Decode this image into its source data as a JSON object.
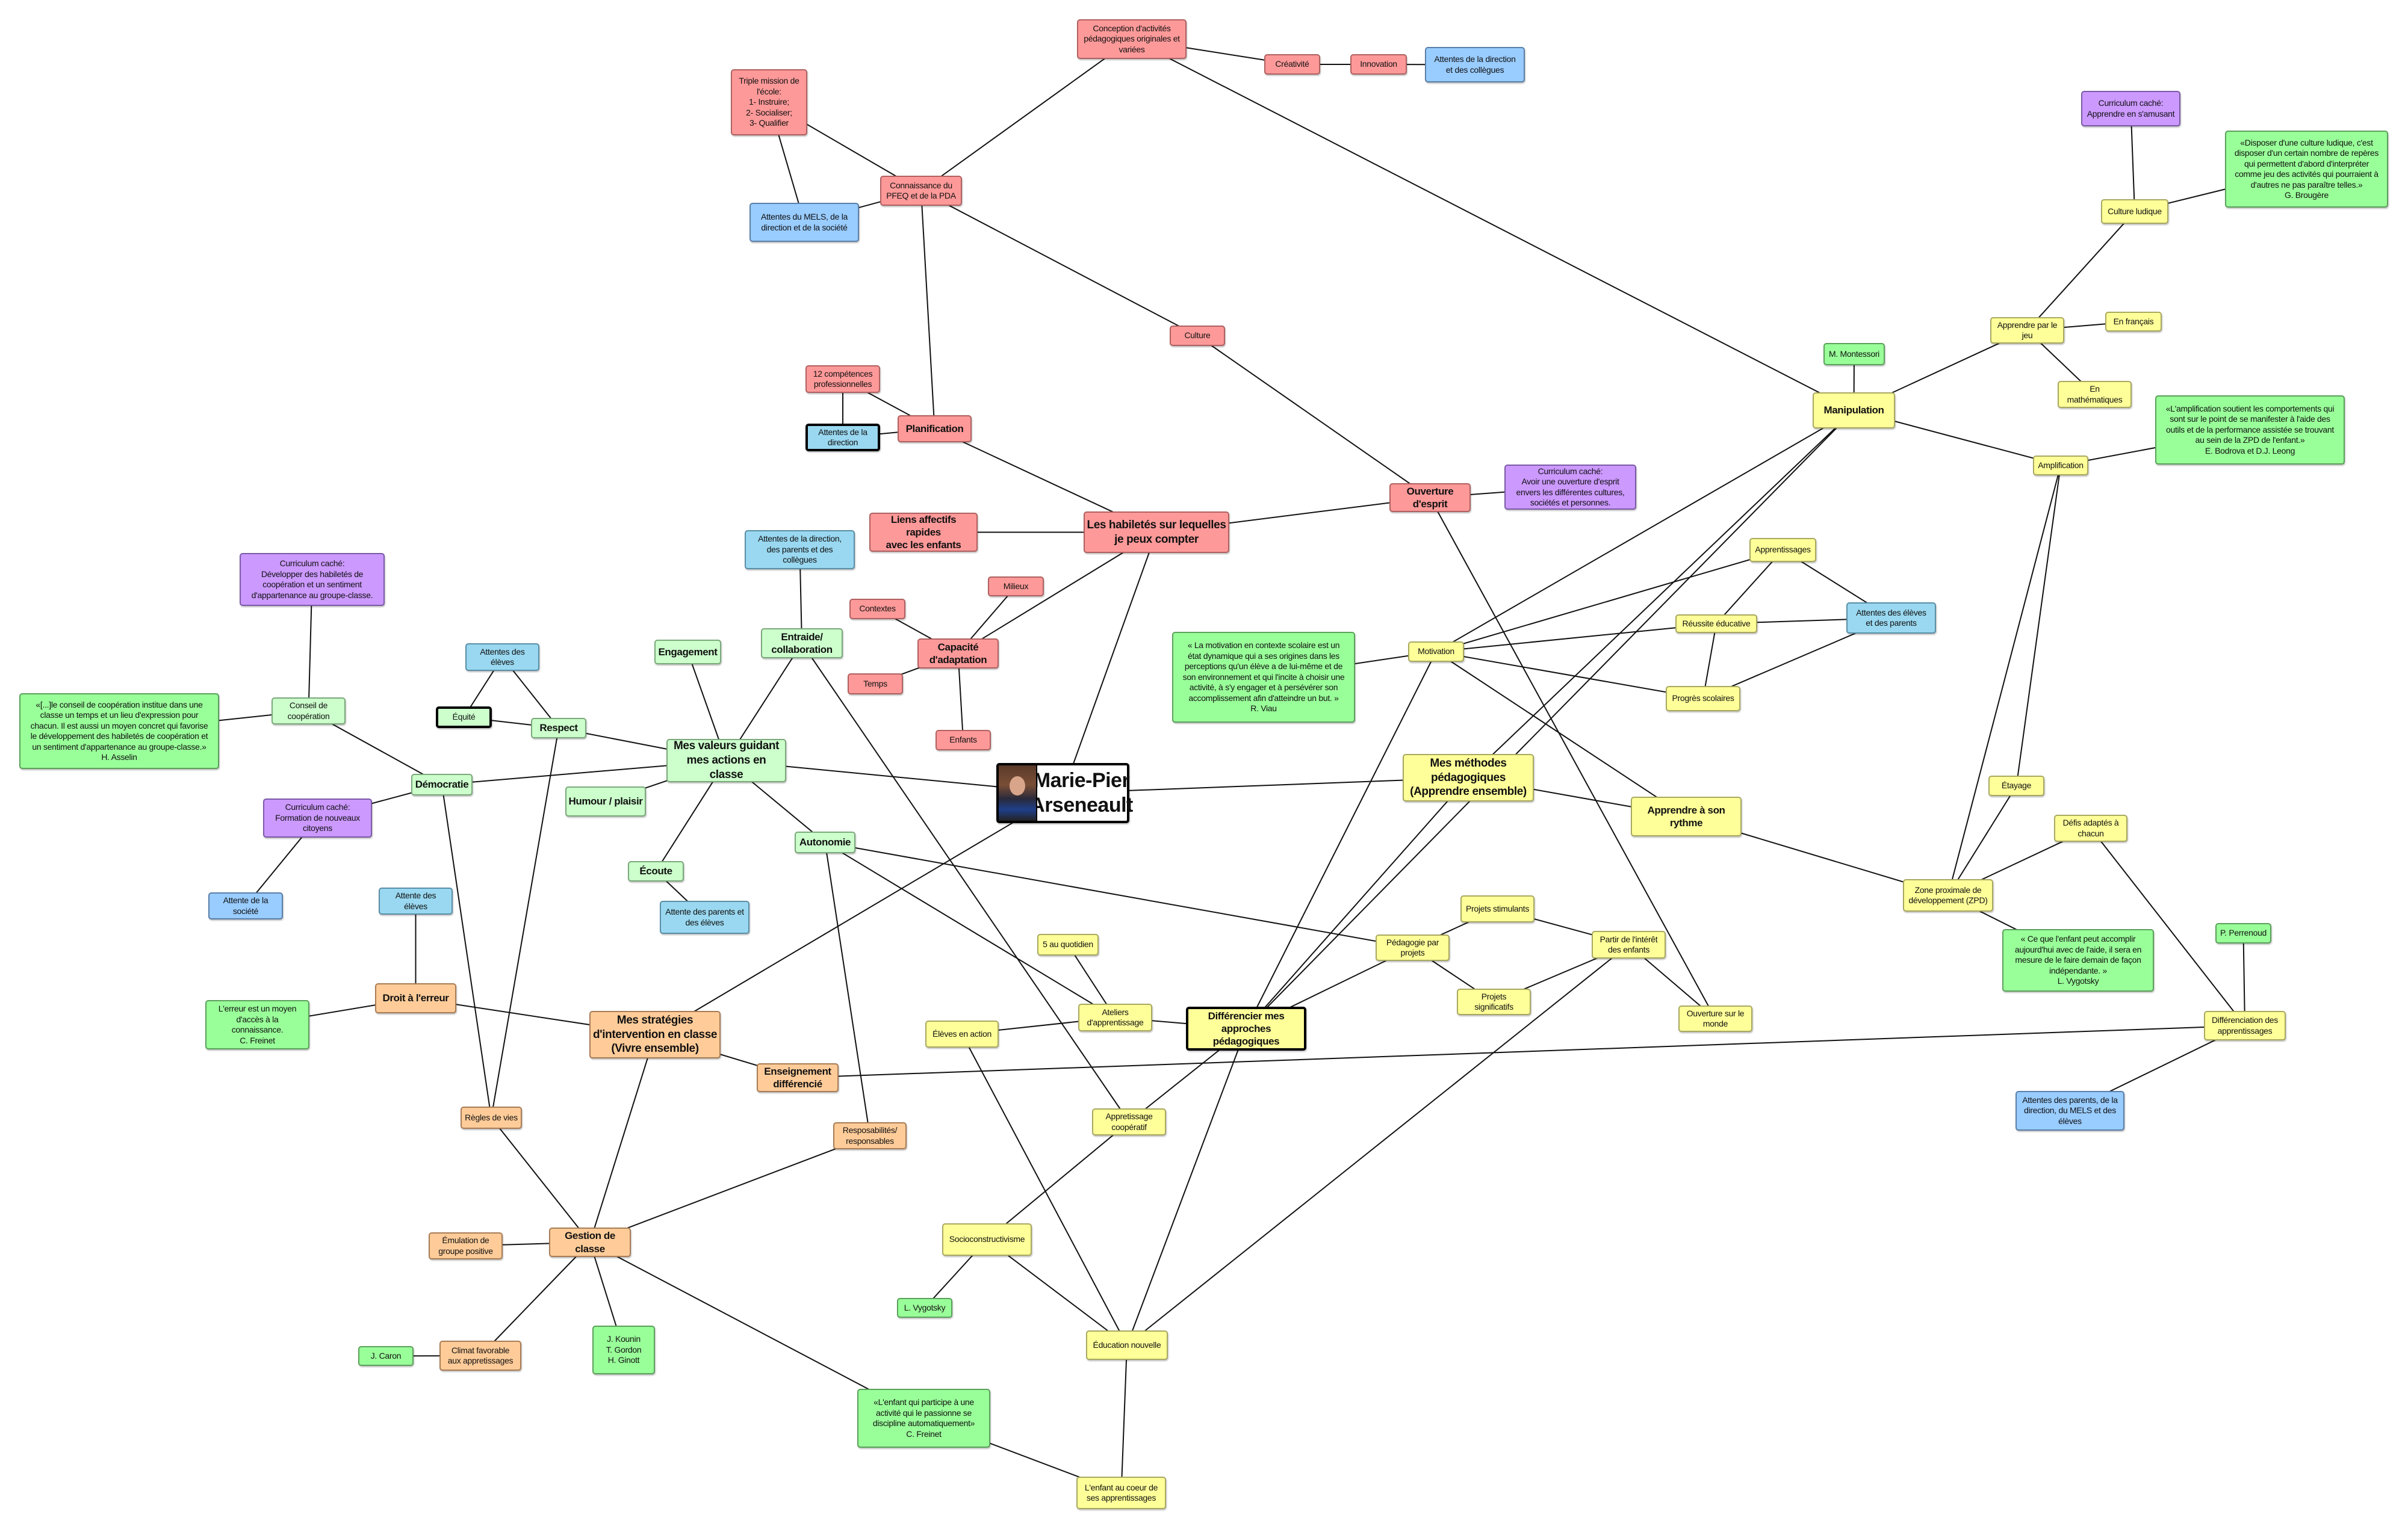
{
  "colors": {
    "red": "#fe9999",
    "blue": "#99ccff",
    "cyan": "#99d8f0",
    "light_green": "#ccffcc",
    "green": "#99ff99",
    "purple": "#cc99ff",
    "yellow": "#ffff99",
    "orange": "#ffcc99"
  },
  "nodes": {
    "mp": {
      "text": "Marie-Pier\nArseneault",
      "color": "white"
    },
    "habiletes": {
      "text": "Les habiletés sur lequelles\nje peux compter",
      "color": "red"
    },
    "liens": {
      "text": "Liens affectifs rapides\navec les enfants",
      "color": "red"
    },
    "capacite": {
      "text": "Capacité\nd'adaptation",
      "color": "red"
    },
    "milieux": {
      "text": "Milieux",
      "color": "red"
    },
    "contextes": {
      "text": "Contextes",
      "color": "red"
    },
    "temps": {
      "text": "Temps",
      "color": "red"
    },
    "enfants": {
      "text": "Enfants",
      "color": "red"
    },
    "planif": {
      "text": "Planification",
      "color": "red"
    },
    "comp12": {
      "text": "12 compétences\nprofessionnelles",
      "color": "red"
    },
    "attdir": {
      "text": "Attentes de la\ndirection",
      "color": "cyan"
    },
    "connaissance": {
      "text": "Connaissance du\nPFEQ et de la PDA",
      "color": "red"
    },
    "triple": {
      "text": "Triple mission de\nl'école:\n1- Instruire;\n2- Socialiser;\n3- Qualifier",
      "color": "red"
    },
    "attmels": {
      "text": "Attentes du MELS,  de la\ndirection et de la société",
      "color": "blue"
    },
    "conception": {
      "text": "Conception d'activités\npédagogiques originales et\nvariées",
      "color": "red"
    },
    "creativite": {
      "text": "Créativité",
      "color": "red"
    },
    "innovation": {
      "text": "Innovation",
      "color": "red"
    },
    "attdircoll": {
      "text": "Attentes de la direction\net des collègues",
      "color": "blue"
    },
    "culture": {
      "text": "Culture",
      "color": "red"
    },
    "ouverture": {
      "text": "Ouverture\nd'esprit",
      "color": "red"
    },
    "curouv": {
      "text": "Curriculum caché:\nAvoir une ouverture d'esprit\nenvers les différentes cultures,\nsociétés et personnes.",
      "color": "purple"
    },
    "valeurs": {
      "text": "Mes valeurs guidant\nmes actions en classe",
      "color": "light_green"
    },
    "engagement": {
      "text": "Engagement",
      "color": "light_green"
    },
    "entraide": {
      "text": "Entraide/\ncollaboration",
      "color": "light_green"
    },
    "attdirpar": {
      "text": "Attentes de la direction,\ndes parents et des\ncollègues",
      "color": "cyan"
    },
    "respect": {
      "text": "Respect",
      "color": "light_green"
    },
    "attel1": {
      "text": "Attentes des\nélèves",
      "color": "cyan"
    },
    "equite": {
      "text": "Équité",
      "color": "light_green"
    },
    "democratie": {
      "text": "Démocratie",
      "color": "light_green"
    },
    "conseil": {
      "text": "Conseil de\ncoopération",
      "color": "light_green"
    },
    "curdev": {
      "text": "Curriculum caché:\nDévelopper des habiletés de\ncoopération et un sentiment\nd'appartenance au groupe-classe.",
      "color": "purple"
    },
    "asselin": {
      "text": "«[...]le conseil de coopération institue dans une\nclasse un temps et un lieu d'expression pour\nchacun. Il est aussi un moyen concret qui favorise\nle développement des habiletés de coopération et\nun sentiment d'appartenance au groupe-classe.»\nH. Asselin",
      "color": "green"
    },
    "curcit": {
      "text": "Curriculum caché:\nFormation de nouveaux\ncitoyens",
      "color": "purple"
    },
    "attsoc": {
      "text": "Attente de la\nsociété",
      "color": "blue"
    },
    "humour": {
      "text": "Humour / plaisir",
      "color": "light_green"
    },
    "ecoute": {
      "text": "Écoute",
      "color": "light_green"
    },
    "attparel": {
      "text": "Attente des parents et\ndes élèves",
      "color": "cyan"
    },
    "autonomie": {
      "text": "Autonomie",
      "color": "light_green"
    },
    "strategies": {
      "text": "Mes stratégies\nd'intervention en classe\n(Vivre ensemble)",
      "color": "orange"
    },
    "droit": {
      "text": "Droit à l'erreur",
      "color": "orange"
    },
    "attel2": {
      "text": "Attente des\nélèves",
      "color": "cyan"
    },
    "erreurq": {
      "text": "L'erreur est un moyen\nd'accès à la\nconnaissance.\nC. Freinet",
      "color": "green"
    },
    "ensdiff": {
      "text": "Enseignement\ndifférencié",
      "color": "orange"
    },
    "regles": {
      "text": "Règles de vies",
      "color": "orange"
    },
    "respons": {
      "text": "Resposabilités/\nresponsables",
      "color": "orange"
    },
    "gestion": {
      "text": "Gestion de\nclasse",
      "color": "orange"
    },
    "emulation": {
      "text": "Émulation de\ngroupe positive",
      "color": "orange"
    },
    "climat": {
      "text": "Climat favorable\naux appretissages",
      "color": "orange"
    },
    "caron": {
      "text": "J. Caron",
      "color": "green"
    },
    "kounin": {
      "text": "J. Kounin\nT. Gordon\nH. Ginott",
      "color": "green"
    },
    "freinetq": {
      "text": "«L'enfant qui participe à une\nactivité qui le passionne se\ndiscipline automatiquement»\nC. Freinet",
      "color": "green"
    },
    "methodes": {
      "text": "Mes méthodes\npédagogiques\n(Apprendre ensemble)",
      "color": "yellow"
    },
    "motivation": {
      "text": "Motivation",
      "color": "yellow"
    },
    "viau": {
      "text": "« La motivation en contexte scolaire est un\nétat dynamique qui a ses origines dans les\nperceptions qu'un élève a de lui-même et de\nson environnement et qui l'incite à choisir une\nactivité, à s'y engager et à persévérer  son\naccomplissement afin d'atteindre un but. »\nR. Viau",
      "color": "green"
    },
    "apprentissages": {
      "text": "Apprentissages",
      "color": "yellow"
    },
    "reussite": {
      "text": "Réussite éducative",
      "color": "yellow"
    },
    "progres": {
      "text": "Progrès scolaires",
      "color": "yellow"
    },
    "attelpar": {
      "text": "Attentes des élèves\net des parents",
      "color": "cyan"
    },
    "rythme": {
      "text": "Apprendre à son\nrythme",
      "color": "yellow"
    },
    "manipulation": {
      "text": "Manipulation",
      "color": "yellow"
    },
    "montessori": {
      "text": "M. Montessori",
      "color": "green"
    },
    "jeu": {
      "text": "Apprendre par le\njeu",
      "color": "yellow"
    },
    "francais": {
      "text": "En français",
      "color": "yellow"
    },
    "maths": {
      "text": "En\nmathématiques",
      "color": "yellow"
    },
    "culludique": {
      "text": "Culture ludique",
      "color": "yellow"
    },
    "curamus": {
      "text": "Curriculum caché:\nApprendre en s'amusant",
      "color": "purple"
    },
    "brougere": {
      "text": "«Disposer d'une culture ludique, c'est\ndisposer d'un certain nombre de repères\nqui permettent d'abord d'interpréter\ncomme jeu des activités qui pourraient à\nd'autres ne pas paraître telles.»\nG. Brougère",
      "color": "green"
    },
    "amplification": {
      "text": "Amplification",
      "color": "yellow"
    },
    "bodrova": {
      "text": "«L'amplification soutient les comportements qui\nsont sur le point de se manifester à l'aide des\noutils et de la performance assistée se trouvant\nau sein de la ZPD de l'enfant.»\nE. Bodrova et D.J. Leong",
      "color": "green"
    },
    "etayage": {
      "text": "Étayage",
      "color": "yellow"
    },
    "defis": {
      "text": "Défis adaptés à\nchacun",
      "color": "yellow"
    },
    "zpd": {
      "text": "Zone proximale de\ndéveloppement (ZPD)",
      "color": "yellow"
    },
    "vygq": {
      "text": "« Ce que l'enfant peut accomplir\naujourd'hui avec de l'aide, il sera en\nmesure de le faire demain de façon\nindépendante. »\nL. Vygotsky",
      "color": "green"
    },
    "perrenoud": {
      "text": "P. Perrenoud",
      "color": "green"
    },
    "differenciation": {
      "text": "Différenciation des\napprentissages",
      "color": "yellow"
    },
    "attparmels": {
      "text": "Attentes des parents, de la\ndirection, du MELS et des\nélèves",
      "color": "blue"
    },
    "differencier": {
      "text": "Différencier mes\napproches\npédagogiques",
      "color": "yellow"
    },
    "ateliers": {
      "text": "Ateliers\nd'apprentissage",
      "color": "yellow"
    },
    "cinq": {
      "text": "5 au quotidien",
      "color": "yellow"
    },
    "eleveaction": {
      "text": "Élèves en action",
      "color": "yellow"
    },
    "appcoop": {
      "text": "Appretissage\ncoopératif",
      "color": "yellow"
    },
    "socio": {
      "text": "Socioconstructivisme",
      "color": "yellow"
    },
    "vygotsky": {
      "text": "L. Vygotsky",
      "color": "green"
    },
    "educnouv": {
      "text": "Éducation nouvelle",
      "color": "yellow"
    },
    "coeur": {
      "text": "L'enfant au coeur de\nses apprentissages",
      "color": "yellow"
    },
    "pedaprojets": {
      "text": "Pédagogie par\nprojets",
      "color": "yellow"
    },
    "projstim": {
      "text": "Projets stimulants",
      "color": "yellow"
    },
    "projsig": {
      "text": "Projets\nsignificatifs",
      "color": "yellow"
    },
    "partir": {
      "text": "Partir de l'intérêt\ndes enfants",
      "color": "yellow"
    },
    "ouvmonde": {
      "text": "Ouverture sur le\nmonde",
      "color": "yellow"
    }
  },
  "edges": [
    [
      "mp",
      "habiletes"
    ],
    [
      "mp",
      "valeurs"
    ],
    [
      "mp",
      "methodes"
    ],
    [
      "mp",
      "strategies"
    ],
    [
      "habiletes",
      "liens"
    ],
    [
      "habiletes",
      "capacite"
    ],
    [
      "habiletes",
      "planif"
    ],
    [
      "habiletes",
      "ouverture"
    ],
    [
      "capacite",
      "milieux"
    ],
    [
      "capacite",
      "contextes"
    ],
    [
      "capacite",
      "temps"
    ],
    [
      "capacite",
      "enfants"
    ],
    [
      "planif",
      "comp12"
    ],
    [
      "planif",
      "attdir"
    ],
    [
      "planif",
      "connaissance"
    ],
    [
      "comp12",
      "attdir"
    ],
    [
      "connaissance",
      "triple"
    ],
    [
      "connaissance",
      "attmels"
    ],
    [
      "connaissance",
      "conception"
    ],
    [
      "connaissance",
      "culture"
    ],
    [
      "triple",
      "attmels"
    ],
    [
      "conception",
      "creativite"
    ],
    [
      "creativite",
      "innovation"
    ],
    [
      "innovation",
      "attdircoll"
    ],
    [
      "conception",
      "manipulation"
    ],
    [
      "culture",
      "ouverture"
    ],
    [
      "ouverture",
      "curouv"
    ],
    [
      "ouverture",
      "ouvmonde"
    ],
    [
      "valeurs",
      "respect"
    ],
    [
      "valeurs",
      "engagement"
    ],
    [
      "valeurs",
      "entraide"
    ],
    [
      "valeurs",
      "democratie"
    ],
    [
      "valeurs",
      "humour"
    ],
    [
      "valeurs",
      "ecoute"
    ],
    [
      "valeurs",
      "autonomie"
    ],
    [
      "entraide",
      "attdirpar"
    ],
    [
      "entraide",
      "appcoop"
    ],
    [
      "respect",
      "attel1"
    ],
    [
      "respect",
      "equite"
    ],
    [
      "respect",
      "regles"
    ],
    [
      "attel1",
      "equite"
    ],
    [
      "democratie",
      "conseil"
    ],
    [
      "democratie",
      "curcit"
    ],
    [
      "democratie",
      "regles"
    ],
    [
      "conseil",
      "curdev"
    ],
    [
      "conseil",
      "asselin"
    ],
    [
      "curcit",
      "attsoc"
    ],
    [
      "ecoute",
      "attparel"
    ],
    [
      "autonomie",
      "ateliers"
    ],
    [
      "autonomie",
      "pedaprojets"
    ],
    [
      "autonomie",
      "respons"
    ],
    [
      "strategies",
      "droit"
    ],
    [
      "strategies",
      "ensdiff"
    ],
    [
      "strategies",
      "gestion"
    ],
    [
      "droit",
      "attel2"
    ],
    [
      "droit",
      "erreurq"
    ],
    [
      "ensdiff",
      "differenciation"
    ],
    [
      "gestion",
      "regles"
    ],
    [
      "gestion",
      "respons"
    ],
    [
      "gestion",
      "emulation"
    ],
    [
      "gestion",
      "climat"
    ],
    [
      "gestion",
      "kounin"
    ],
    [
      "gestion",
      "freinetq"
    ],
    [
      "climat",
      "caron"
    ],
    [
      "freinetq",
      "coeur"
    ],
    [
      "educnouv",
      "coeur"
    ],
    [
      "educnouv",
      "eleveaction"
    ],
    [
      "educnouv",
      "socio"
    ],
    [
      "educnouv",
      "differencier"
    ],
    [
      "educnouv",
      "partir"
    ],
    [
      "socio",
      "vygotsky"
    ],
    [
      "socio",
      "appcoop"
    ],
    [
      "appcoop",
      "differencier"
    ],
    [
      "differencier",
      "ateliers"
    ],
    [
      "differencier",
      "pedaprojets"
    ],
    [
      "differencier",
      "methodes"
    ],
    [
      "differencier",
      "motivation"
    ],
    [
      "differencier",
      "manipulation"
    ],
    [
      "ateliers",
      "cinq"
    ],
    [
      "ateliers",
      "eleveaction"
    ],
    [
      "pedaprojets",
      "projstim"
    ],
    [
      "pedaprojets",
      "projsig"
    ],
    [
      "partir",
      "projstim"
    ],
    [
      "partir",
      "projsig"
    ],
    [
      "partir",
      "ouvmonde"
    ],
    [
      "methodes",
      "rythme"
    ],
    [
      "methodes",
      "manipulation"
    ],
    [
      "manipulation",
      "motivation"
    ],
    [
      "manipulation",
      "jeu"
    ],
    [
      "manipulation",
      "montessori"
    ],
    [
      "manipulation",
      "amplification"
    ],
    [
      "motivation",
      "viau"
    ],
    [
      "motivation",
      "apprentissages"
    ],
    [
      "motivation",
      "reussite"
    ],
    [
      "motivation",
      "progres"
    ],
    [
      "motivation",
      "rythme"
    ],
    [
      "apprentissages",
      "reussite"
    ],
    [
      "apprentissages",
      "attelpar"
    ],
    [
      "reussite",
      "progres"
    ],
    [
      "reussite",
      "attelpar"
    ],
    [
      "progres",
      "attelpar"
    ],
    [
      "rythme",
      "zpd"
    ],
    [
      "zpd",
      "amplification"
    ],
    [
      "zpd",
      "etayage"
    ],
    [
      "zpd",
      "defis"
    ],
    [
      "zpd",
      "vygq"
    ],
    [
      "amplification",
      "bodrova"
    ],
    [
      "amplification",
      "etayage"
    ],
    [
      "jeu",
      "culludique"
    ],
    [
      "jeu",
      "francais"
    ],
    [
      "jeu",
      "maths"
    ],
    [
      "culludique",
      "curamus"
    ],
    [
      "culludique",
      "brougere"
    ],
    [
      "defis",
      "differenciation"
    ],
    [
      "differenciation",
      "perrenoud"
    ],
    [
      "differenciation",
      "attparmels"
    ]
  ]
}
